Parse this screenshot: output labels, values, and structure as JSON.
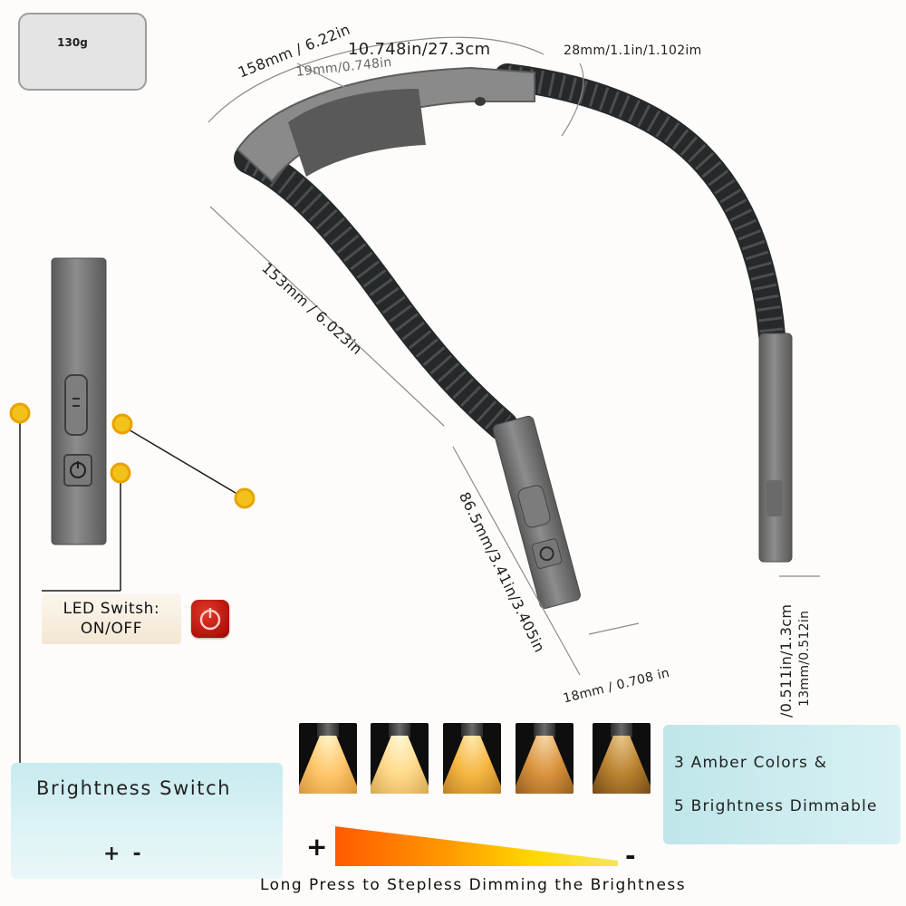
{
  "weight": {
    "label": "130g"
  },
  "dimensions": {
    "arc_top": "158mm / 6.22in",
    "total_length": "10.748in/27.3cm",
    "pad": "19mm/0.748in",
    "neck_thickness": "28mm/1.1in/1.102im",
    "left_arm": "153mm / 6.023in",
    "head_length": "86.5mm/3.41in/3.405in",
    "head_width": "18mm / 0.708 in",
    "right_tip": "/0.511in/1.3cm",
    "right_tip_mm": "13mm/0.512in"
  },
  "led_switch": {
    "line1": "LED Switsh:",
    "line2": "ON/OFF"
  },
  "brightness_switch": {
    "title": "Brightness Switch",
    "plus": "+",
    "minus": "-"
  },
  "amber": {
    "line1": "3 Amber Colors &",
    "line2": "5 Brightness Dimmable"
  },
  "dimming": {
    "plus": "+",
    "minus": "-",
    "caption": "Long Press to Stepless Dimming the Brightness"
  },
  "colors": {
    "body": "#6f6f6f",
    "rubber": "#2a2c2d",
    "callout_dot": "#f2c21a",
    "panel": "#cdeef1",
    "swatches": [
      "#ffc56a",
      "#ffd98a",
      "#f6b540",
      "#d9913c",
      "#b9812f"
    ]
  }
}
